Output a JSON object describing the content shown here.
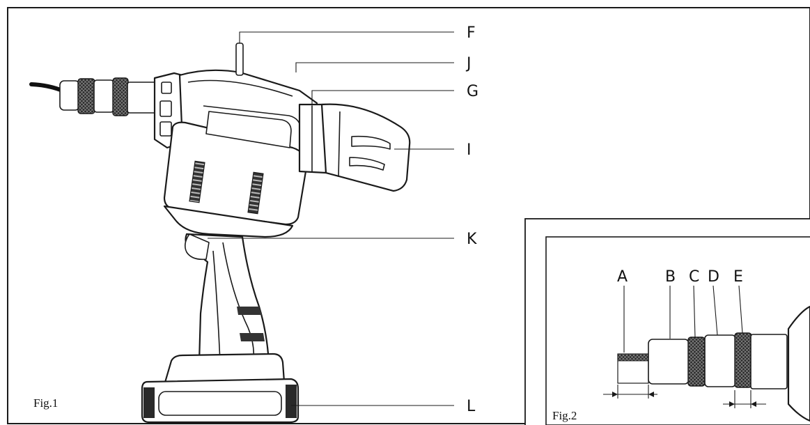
{
  "fig1": {
    "caption": "Fig.1",
    "callouts": {
      "F": "F",
      "J": "J",
      "G": "G",
      "I": "I",
      "K": "K",
      "L": "L"
    }
  },
  "fig2": {
    "caption": "Fig.2",
    "callouts": {
      "A": "A",
      "B": "B",
      "C": "C",
      "D": "D",
      "E": "E"
    }
  }
}
